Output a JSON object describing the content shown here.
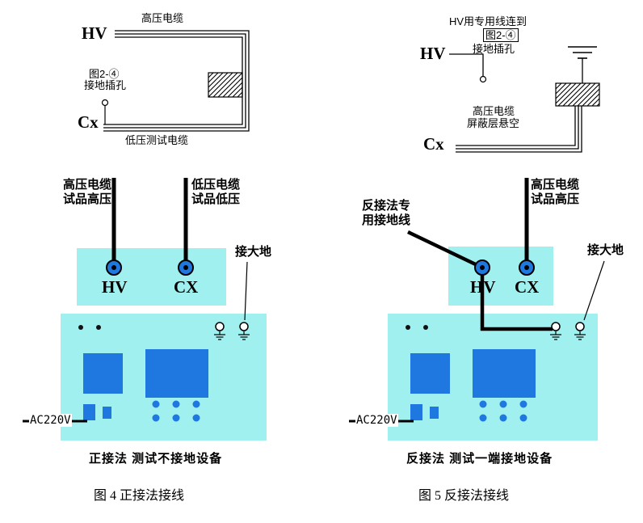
{
  "colors": {
    "panel_cyan": "#A0F0F0",
    "accent_blue": "#1E78E0",
    "line_black": "#000000",
    "background": "#FFFFFF"
  },
  "fig4": {
    "schematic": {
      "hv": "HV",
      "hv_cable": "高压电缆",
      "jack_ref": "图2-④",
      "jack_name": "接地插孔",
      "cx": "Cx",
      "lv_cable": "低压测试电缆"
    },
    "instrument": {
      "hv_cable_l1": "高压电缆",
      "hv_cable_l2": "试品高压",
      "lv_cable_l1": "低压电缆",
      "lv_cable_l2": "试品低压",
      "terminal_hv": "HV",
      "terminal_cx": "CX",
      "ground": "接大地",
      "power": "AC220V",
      "method": "正接法 测试不接地设备"
    },
    "caption": "图 4 正接法接线"
  },
  "fig5": {
    "schematic": {
      "note_l1": "HV用专用线连到",
      "note_ref": "图2-④",
      "note_l2": "接地插孔",
      "hv": "HV",
      "cable_l1": "高压电缆",
      "cable_l2": "屏蔽层悬空",
      "cx": "Cx"
    },
    "instrument": {
      "gwire_l1": "反接法专",
      "gwire_l2": "用接地线",
      "hv_cable_l1": "高压电缆",
      "hv_cable_l2": "试品高压",
      "terminal_hv": "HV",
      "terminal_cx": "CX",
      "ground": "接大地",
      "power": "AC220V",
      "method": "反接法 测试一端接地设备"
    },
    "caption": "图 5 反接法接线"
  }
}
